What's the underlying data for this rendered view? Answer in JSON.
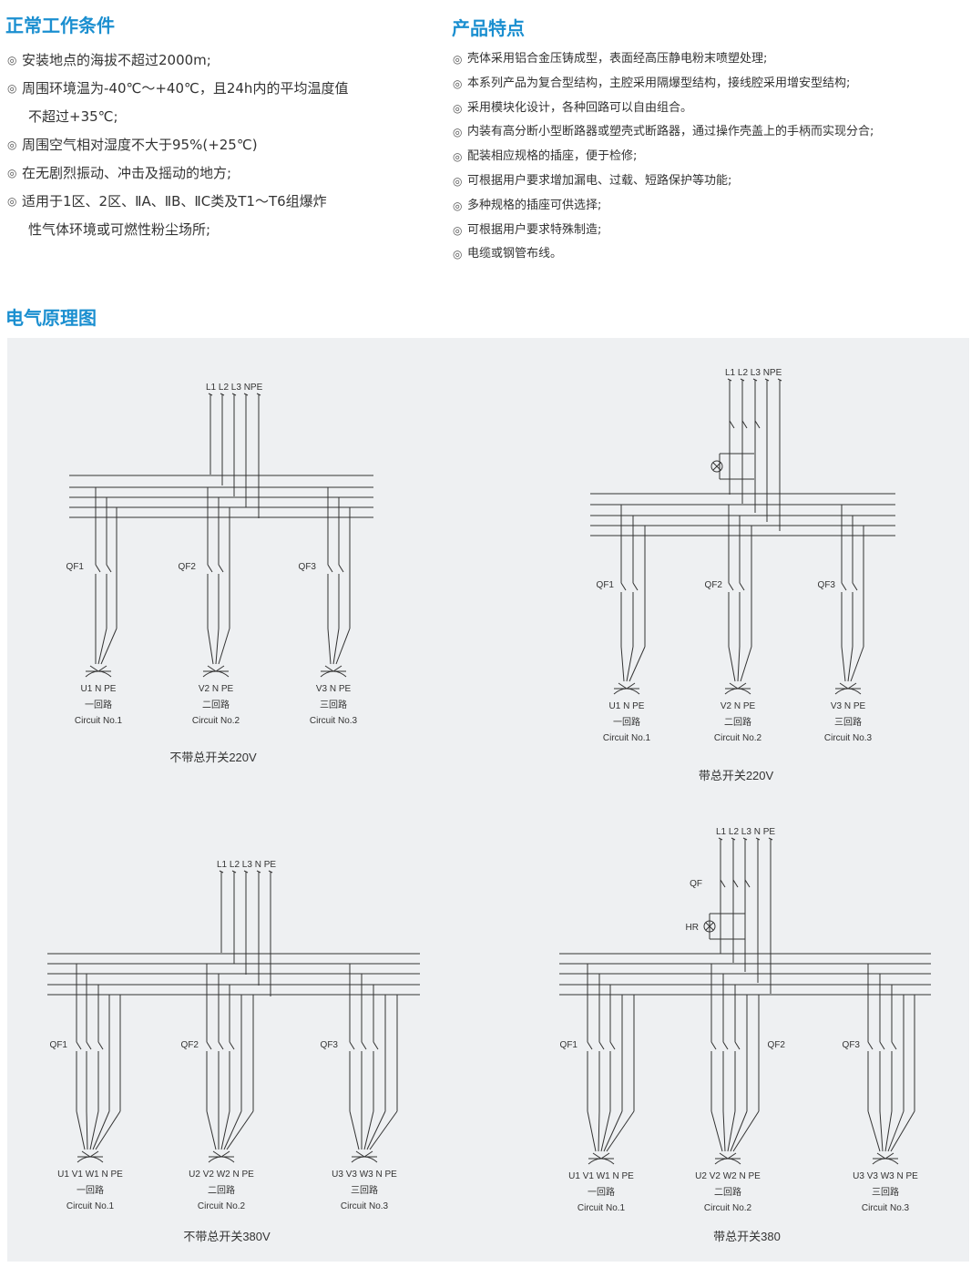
{
  "conditions": {
    "title": "正常工作条件",
    "items": [
      {
        "text": "安装地点的海拔不超过2000m;",
        "cont": ""
      },
      {
        "text": "周围环境温为-40℃～+40℃，且24h内的平均温度值",
        "cont": "不超过+35℃;"
      },
      {
        "text": "周围空气相对湿度不大于95%(+25℃)",
        "cont": ""
      },
      {
        "text": "在无剧烈振动、冲击及摇动的地方;",
        "cont": ""
      },
      {
        "text": "适用于1区、2区、ⅡA、ⅡB、ⅡC类及T1～T6组爆炸",
        "cont": "性气体环境或可燃性粉尘场所;"
      }
    ]
  },
  "features": {
    "title": "产品特点",
    "items": [
      "壳体采用铝合金压铸成型，表面经高压静电粉末喷塑处理;",
      "本系列产品为复合型结构，主腔采用隔爆型结构，接线腔采用增安型结构;",
      "采用模块化设计，各种回路可以自由组合。",
      "内装有高分断小型断路器或塑壳式断路器，通过操作壳盖上的手柄而实现分合;",
      "配装相应规格的插座，便于检修;",
      "可根据用户要求增加漏电、过载、短路保护等功能;",
      "多种规格的插座可供选择;",
      "可根据用户要求特殊制造;",
      "电缆或钢管布线。"
    ]
  },
  "schematic": {
    "title": "电气原理图",
    "diagrams": [
      {
        "caption": "不带总开关220V",
        "supply": "L1 L2 L3  NPE",
        "circuits": [
          {
            "breaker": "QF1",
            "terminals": "U1  N PE",
            "cn": "一回路",
            "en": "Circuit No.1"
          },
          {
            "breaker": "QF2",
            "terminals": "V2 N PE",
            "cn": "二回路",
            "en": "Circuit No.2"
          },
          {
            "breaker": "QF3",
            "terminals": "V3 N PE",
            "cn": "三回路",
            "en": "Circuit No.3"
          }
        ]
      },
      {
        "caption": "带总开关220V",
        "supply": "L1 L2 L3  NPE",
        "circuits": [
          {
            "breaker": "QF1",
            "terminals": "U1  N PE",
            "cn": "一回路",
            "en": "Circuit No.1"
          },
          {
            "breaker": "QF2",
            "terminals": "V2 N PE",
            "cn": "二回路",
            "en": "Circuit No.2"
          },
          {
            "breaker": "QF3",
            "terminals": "V3 N PE",
            "cn": "三回路",
            "en": "Circuit No.3"
          }
        ]
      },
      {
        "caption": "不带总开关380V",
        "supply": "L1 L2 L3  N  PE",
        "circuits": [
          {
            "breaker": "QF1",
            "terminals": "U1  V1  W1 N  PE",
            "cn": "一回路",
            "en": "Circuit No.1"
          },
          {
            "breaker": "QF2",
            "terminals": "U2  V2  W2 N  PE",
            "cn": "二回路",
            "en": "Circuit No.2"
          },
          {
            "breaker": "QF3",
            "terminals": "U3  V3  W3 N  PE",
            "cn": "三回路",
            "en": "Circuit No.3"
          }
        ]
      },
      {
        "caption": "带总开关380",
        "supply": "L1 L2 L3  N  PE",
        "main_switch": "QF",
        "lamp": "HR",
        "circuits": [
          {
            "breaker": "QF1",
            "terminals": "U1  V1  W1 N  PE",
            "cn": "一回路",
            "en": "Circuit No.1"
          },
          {
            "breaker": "QF2",
            "terminals": "U2  V2  W2 N  PE",
            "cn": "二回路",
            "en": "Circuit No.2"
          },
          {
            "breaker": "QF3",
            "terminals": "U3  V3  W3 N  PE",
            "cn": "三回路",
            "en": "Circuit No.3"
          }
        ]
      }
    ]
  }
}
